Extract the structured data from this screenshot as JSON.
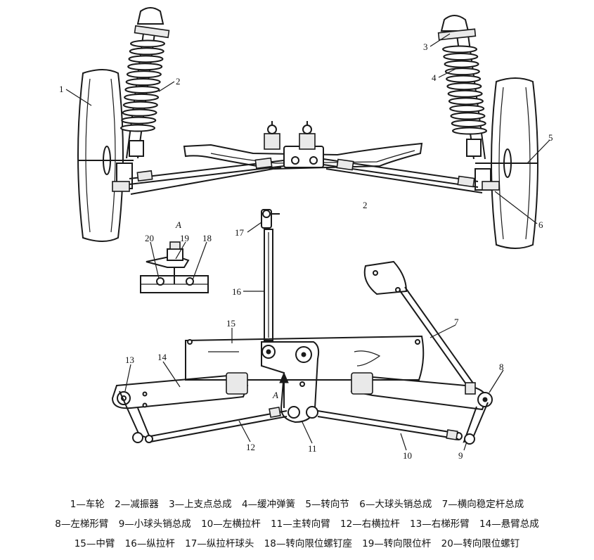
{
  "callouts": {
    "n1": "1",
    "n2": "2",
    "n3": "3",
    "n4": "4",
    "n5": "5",
    "n6": "6",
    "n7": "7",
    "n8": "8",
    "n9": "9",
    "n10": "10",
    "n11": "11",
    "n12": "12",
    "n13": "13",
    "n14": "14",
    "n15": "15",
    "n16": "16",
    "n17": "17",
    "n18": "18",
    "n19": "19",
    "n20": "20",
    "view_a": "A",
    "arrow_a": "A",
    "mark_2": "2"
  },
  "legend": {
    "line1": [
      "1—车轮",
      "2—减振器",
      "3—上支点总成",
      "4—缓冲弹簧",
      "5—转向节",
      "6—大球头销总成",
      "7—横向稳定杆总成"
    ],
    "line2": [
      "8—左梯形臂",
      "9—小球头销总成",
      "10—左横拉杆",
      "11—主转向臂",
      "12—右横拉杆",
      "13—右梯形臂",
      "14—悬臂总成"
    ],
    "line3": [
      "15—中臂",
      "16—纵拉杆",
      "17—纵拉杆球头",
      "18—转向限位螺钉座",
      "19—转向限位杆",
      "20—转向限位螺钉"
    ]
  }
}
